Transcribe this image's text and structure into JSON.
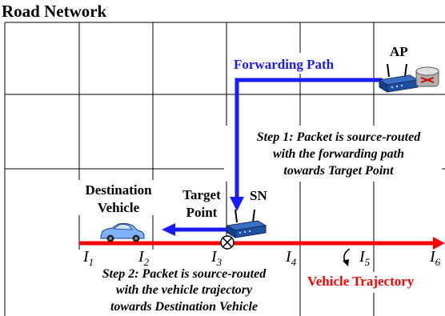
{
  "title": "Road Network",
  "labels": {
    "forwarding_path": "Forwarding Path",
    "ap": "AP",
    "sn": "SN",
    "target_point_line1": "Target",
    "target_point_line2": "Point",
    "destination_line1": "Destination",
    "destination_line2": "Vehicle",
    "vehicle_trajectory": "Vehicle Trajectory",
    "step1_line1": "Step 1: Packet is source-routed",
    "step1_line2": "with the forwarding path",
    "step1_line3": "towards Target Point",
    "step2_line1": "Step 2: Packet is source-routed",
    "step2_line2": "with the vehicle trajectory",
    "step2_line3": "towards Destination Vehicle"
  },
  "intersections": [
    {
      "letter": "I",
      "sub": "1"
    },
    {
      "letter": "I",
      "sub": "2"
    },
    {
      "letter": "I",
      "sub": "3"
    },
    {
      "letter": "I",
      "sub": "4"
    },
    {
      "letter": "I",
      "sub": "5"
    },
    {
      "letter": "I",
      "sub": "6"
    }
  ],
  "colors": {
    "forwarding": "#1a1aff",
    "trajectory": "#ff0000",
    "grid": "#000000",
    "router": "#1f4fa0",
    "car": "#7fb3ff"
  },
  "icons": {
    "ap": "wireless-router-icon",
    "sn": "wireless-router-icon",
    "destination": "car-icon",
    "target": "crossed-circle-icon",
    "turn": "curved-arrow-icon"
  }
}
